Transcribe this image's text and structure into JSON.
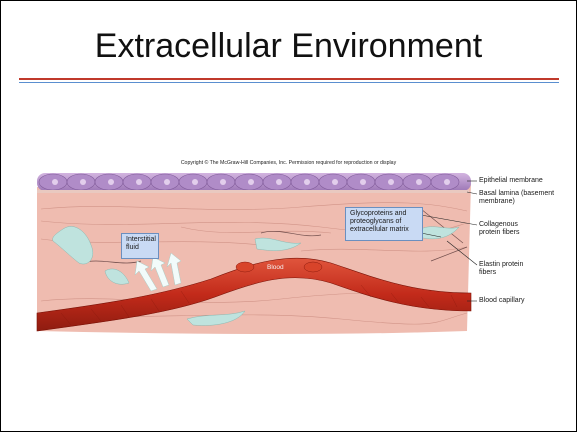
{
  "slide": {
    "title": "Extracellular Environment",
    "copyright": "Copyright © The McGraw-Hill Companies, Inc. Permission required for reproduction or display"
  },
  "figure": {
    "callouts": {
      "interstitial": "Interstitial fluid",
      "glycoproteins": "Glycoproteins and proteoglycans of extracellular matrix"
    },
    "blood_label": "Blood",
    "labels": {
      "epithelial": "Epithelial membrane",
      "basal": "Basal lamina (basement membrane)",
      "collagenous": "Collagenous protein fibers",
      "elastin": "Elastin protein fibers",
      "capillary": "Blood capillary"
    },
    "colors": {
      "tissue": "#efbcb0",
      "epithelium": "#b48fc9",
      "capillary": "#c22a1a",
      "red_blood_cell": "#d8442a",
      "fibroblast": "#bfe3de",
      "callout_fill": "#c9daf4"
    }
  }
}
